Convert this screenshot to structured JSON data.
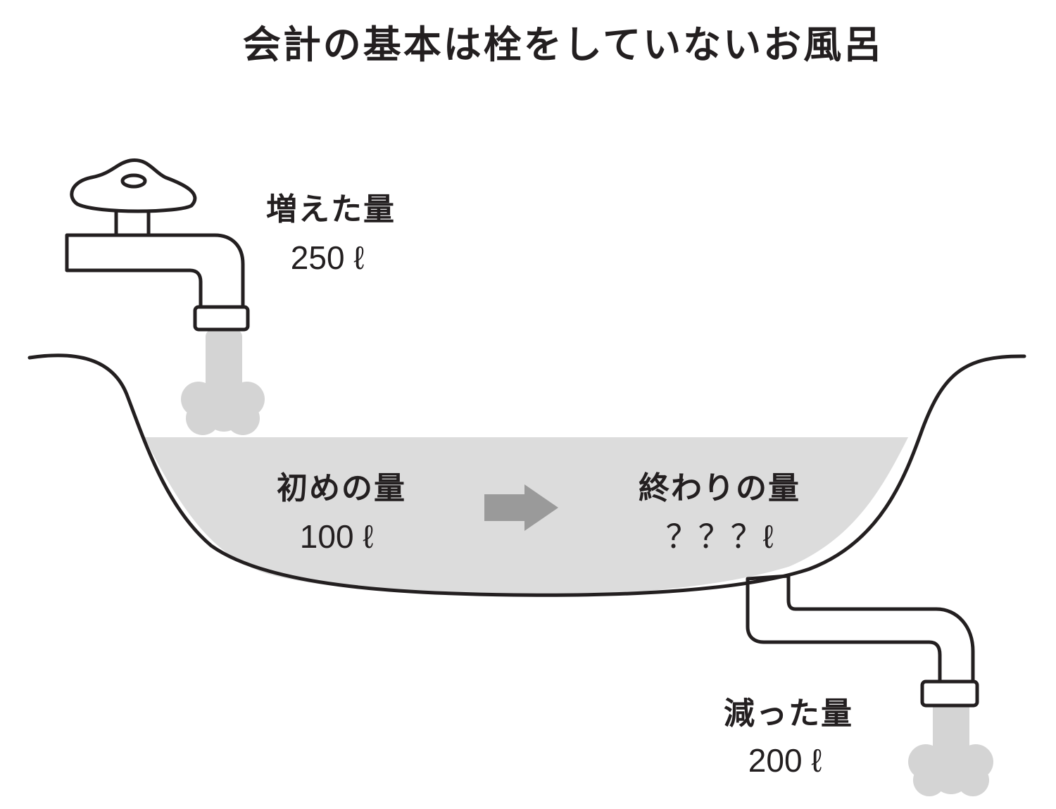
{
  "title": "会計の基本は栓をしていないお風呂",
  "inflow": {
    "label": "増えた量",
    "value": "250 ℓ"
  },
  "initial": {
    "label": "初めの量",
    "value": "100 ℓ"
  },
  "final": {
    "label": "終わりの量",
    "value": "？？？ℓ"
  },
  "outflow": {
    "label": "減った量",
    "value": "200 ℓ"
  },
  "colors": {
    "ink": "#231f20",
    "water": "#dcdcdc",
    "water_stream": "#d4d4d4",
    "arrow": "#9a9a9a",
    "background": "#ffffff"
  },
  "icons": [
    "faucet-icon",
    "drain-pipe-icon",
    "arrow-right-icon",
    "bathtub-icon"
  ]
}
